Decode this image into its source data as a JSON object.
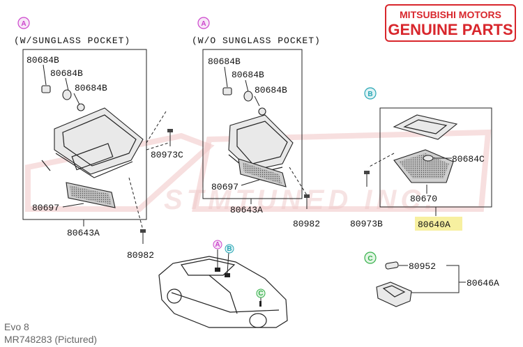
{
  "brand": {
    "line1": "MITSUBISHI MOTORS",
    "line2": "GENUINE PARTS",
    "color": "#d8262c"
  },
  "watermark": {
    "text": "STMTUNED INC."
  },
  "markers": {
    "a": "A",
    "b": "B",
    "c": "C",
    "a_color": "#cc44cc",
    "b_color": "#2aa7b5",
    "c_color": "#35b04a"
  },
  "group_a1": {
    "header": "(W/SUNGLASS POCKET)",
    "bulb1": "80684B",
    "bulb2": "80684B",
    "bulb3": "80684B",
    "lens": "80697",
    "screw_lbl": "80973C",
    "assy": "80643A",
    "screw2": "80982"
  },
  "group_a2": {
    "header": "(W/O SUNGLASS POCKET)",
    "bulb1": "80684B",
    "bulb2": "80684B",
    "bulb3": "80684B",
    "lens": "80697",
    "assy": "80643A",
    "screw": "80982"
  },
  "group_b": {
    "bulb": "80684C",
    "lens": "80670",
    "screw": "80973B",
    "assy": "80640A",
    "highlight": "#f7f0a0"
  },
  "group_c": {
    "bulb": "80952",
    "assy": "80646A"
  },
  "footer": {
    "model": "Evo 8",
    "part": "MR748283  (Pictured)"
  }
}
